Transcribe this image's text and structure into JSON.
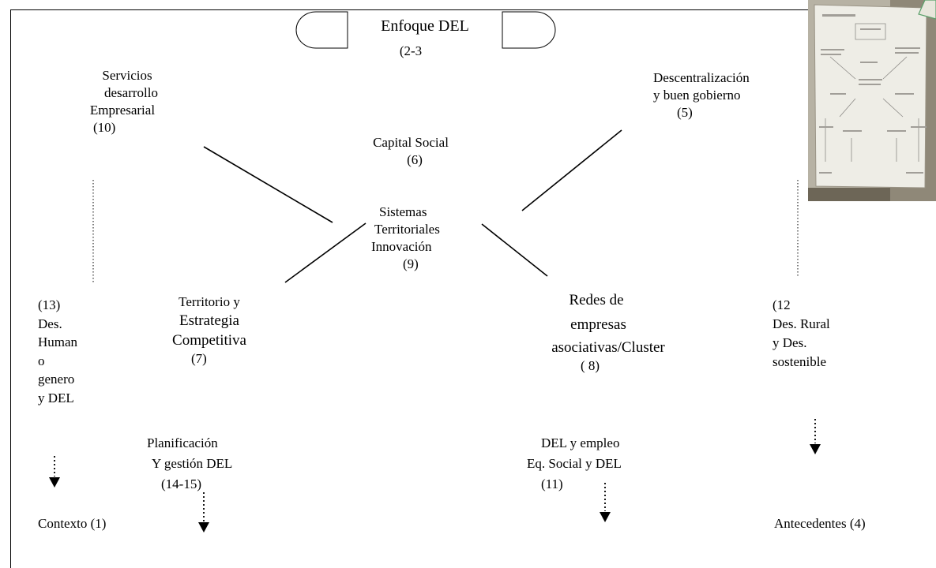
{
  "title": {
    "line1": "Enfoque DEL",
    "line2": "(2-3"
  },
  "nodes": {
    "servicios": {
      "line1": "Servicios",
      "line2": "desarrollo",
      "line3": "Empresarial",
      "num": "(10)"
    },
    "descentralizacion": {
      "line1": "Descentralización",
      "line2": "y buen gobierno",
      "num": "(5)"
    },
    "capital_social": {
      "line1": "Capital Social",
      "num": "(6)"
    },
    "sistemas": {
      "line1": "Sistemas",
      "line2": "Territoriales",
      "line3": "Innovación",
      "num": "(9)"
    },
    "territorio": {
      "line1": "Territorio y",
      "line2": "Estrategia",
      "line3": "Competitiva",
      "num": "(7)"
    },
    "redes": {
      "line1": "Redes de",
      "line2": "empresas",
      "line3": "asociativas/Cluster",
      "num": "( 8)"
    },
    "desarrollo_humano": {
      "line1": "(13)",
      "line2": "Des.",
      "line3": "Human",
      "line4": "o",
      "line5": "genero",
      "line6": "y DEL"
    },
    "desarrollo_rural": {
      "line1": "(12",
      "line2": "Des. Rural",
      "line3": "y  Des.",
      "line4": "sostenible"
    },
    "planificacion": {
      "line1": "Planificación",
      "line2": "Y gestión DEL",
      "line3": "(14-15)"
    },
    "empleo": {
      "line1": "DEL y empleo",
      "line2": "Eq. Social y DEL",
      "line3": "(11)"
    },
    "contexto": {
      "label": "Contexto (1)"
    },
    "antecedentes": {
      "label": "Antecedentes (4)"
    }
  },
  "icons": {
    "photo": "flipchart-photo-icon",
    "arrow": "dotted-down-arrow-icon"
  }
}
